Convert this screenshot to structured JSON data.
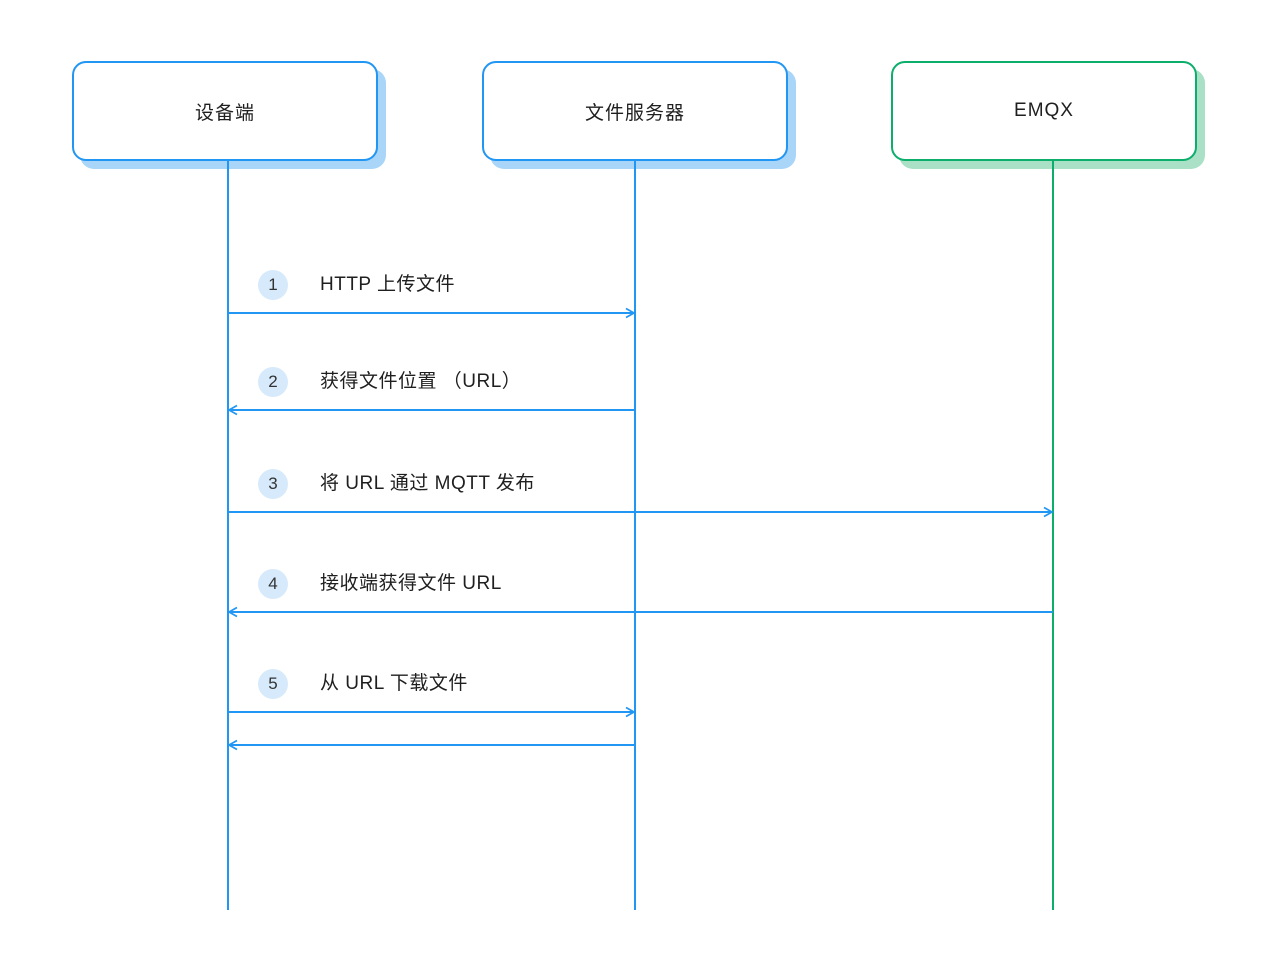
{
  "diagram": {
    "kind": "sequence-diagram",
    "actors": [
      {
        "id": "device",
        "label": "设备端",
        "theme": "blue"
      },
      {
        "id": "file_server",
        "label": "文件服务器",
        "theme": "blue"
      },
      {
        "id": "emqx",
        "label": "EMQX",
        "theme": "green"
      }
    ],
    "messages": [
      {
        "step": "1",
        "label": "HTTP 上传文件",
        "from": "device",
        "to": "file_server"
      },
      {
        "step": "2",
        "label": "获得文件位置 （URL）",
        "from": "file_server",
        "to": "device"
      },
      {
        "step": "3",
        "label": "将 URL 通过 MQTT 发布",
        "from": "device",
        "to": "emqx"
      },
      {
        "step": "4",
        "label": "接收端获得文件 URL",
        "from": "emqx",
        "to": "device"
      },
      {
        "step": "5",
        "label": "从 URL 下载文件",
        "from": "device",
        "to": "file_server"
      },
      {
        "step": "",
        "label": "",
        "from": "file_server",
        "to": "device"
      }
    ],
    "colors": {
      "line_blue": "#2196F3",
      "shadow_blue": "#A9D5F8",
      "line_green": "#0CAE6C",
      "shadow_green": "#A9E0C6",
      "step_circle_fill": "#D6EAFC",
      "text": "#1F1F1F"
    }
  }
}
